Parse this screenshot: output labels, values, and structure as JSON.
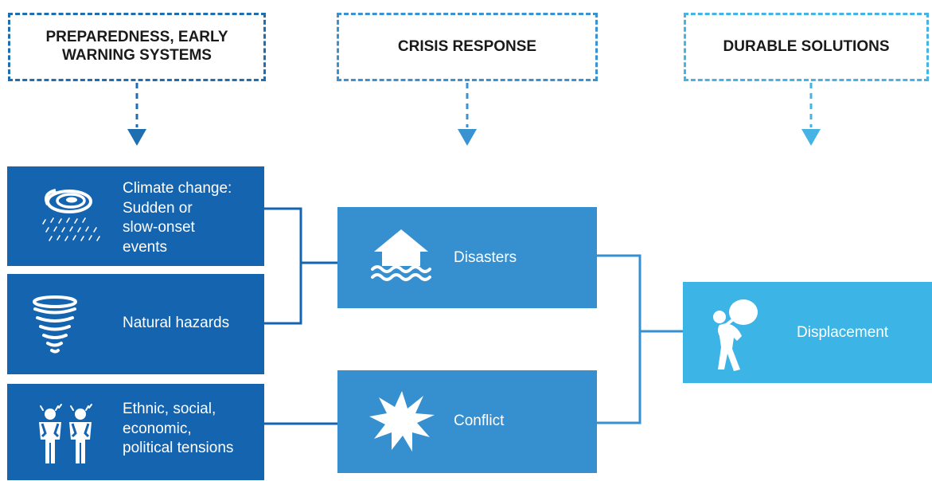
{
  "headers": {
    "preparedness": "PREPAREDNESS, EARLY\nWARNING SYSTEMS",
    "crisis": "CRISIS RESPONSE",
    "durable": "DURABLE SOLUTIONS"
  },
  "causes": {
    "climate": "Climate change:\nSudden or\nslow-onset\nevents",
    "natural": "Natural hazards",
    "ethnic": "Ethnic, social,\neconomic,\npolitical tensions"
  },
  "crises": {
    "disasters": "Disasters",
    "conflict": "Conflict"
  },
  "outcome": {
    "displacement": "Displacement"
  },
  "icons": {
    "climate": "cyclone-rain-icon",
    "natural": "tornado-icon",
    "ethnic": "angry-people-icon",
    "disasters": "flooded-house-icon",
    "conflict": "explosion-icon",
    "displacement": "person-carrying-bundle-icon"
  },
  "colors": {
    "dark_blue": "#1564b0",
    "mid_blue": "#3690d0",
    "light_blue": "#3db4e6"
  }
}
